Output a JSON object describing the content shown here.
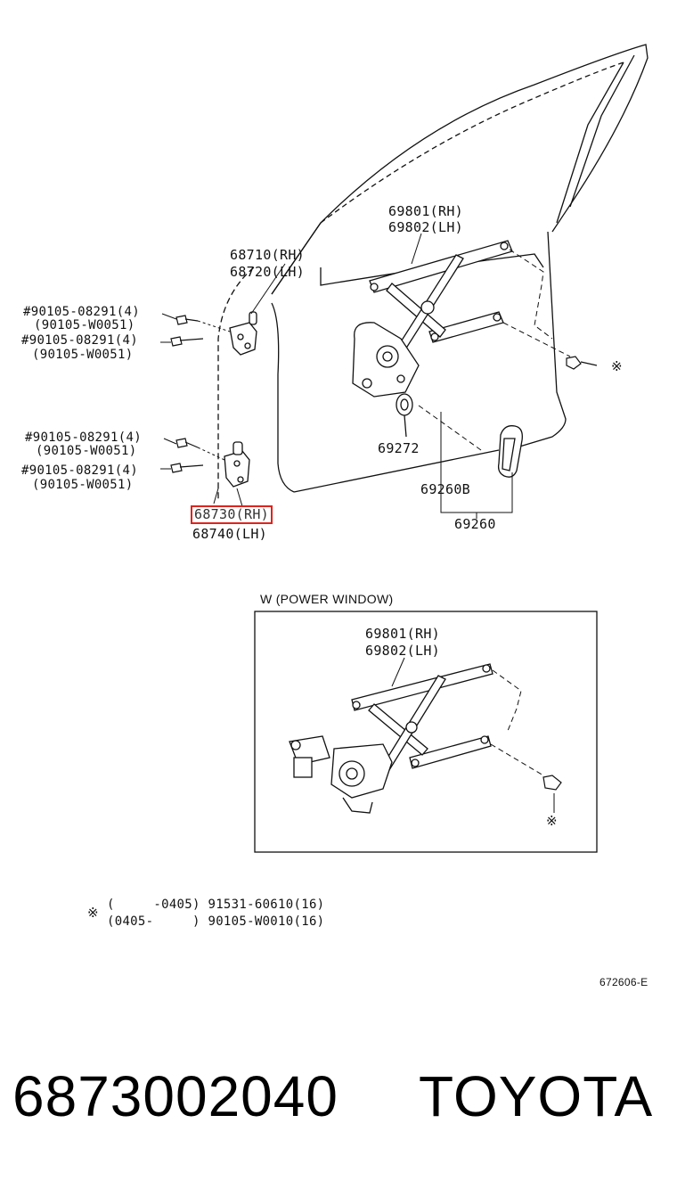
{
  "callouts": {
    "regulator_main": {
      "line1": "69801(RH)",
      "line2": "69802(LH)"
    },
    "upper_hinge": {
      "line1": "68710(RH)",
      "line2": "68720(LH)"
    },
    "lower_hinge": {
      "line1": "68730(RH)",
      "line2": "68740(LH)"
    },
    "bolt_upper_a": {
      "line1": "#90105-08291(4)",
      "line2": "(90105-W0051)"
    },
    "bolt_upper_b": {
      "line1": "#90105-08291(4)",
      "line2": "(90105-W0051)"
    },
    "bolt_lower_a": {
      "line1": "#90105-08291(4)",
      "line2": "(90105-W0051)"
    },
    "bolt_lower_b": {
      "line1": "#90105-08291(4)",
      "line2": "(90105-W0051)"
    },
    "washer": "69272",
    "handle_b": "69260B",
    "handle": "69260",
    "asterisk_symbol": "※"
  },
  "power_window": {
    "title": "W (POWER WINDOW)",
    "line1": "69801(RH)",
    "line2": "69802(LH)",
    "asterisk_symbol": "※"
  },
  "note": {
    "symbol": "※",
    "row1": "(     -0405) 91531-60610(16)",
    "row2": "(0405-     ) 90105-W0010(16)"
  },
  "illustration_code": "672606-E",
  "part_number": "6873002040",
  "brand": "TOYOTA",
  "colors": {
    "highlight": "#e0231c",
    "ink": "#111111"
  }
}
